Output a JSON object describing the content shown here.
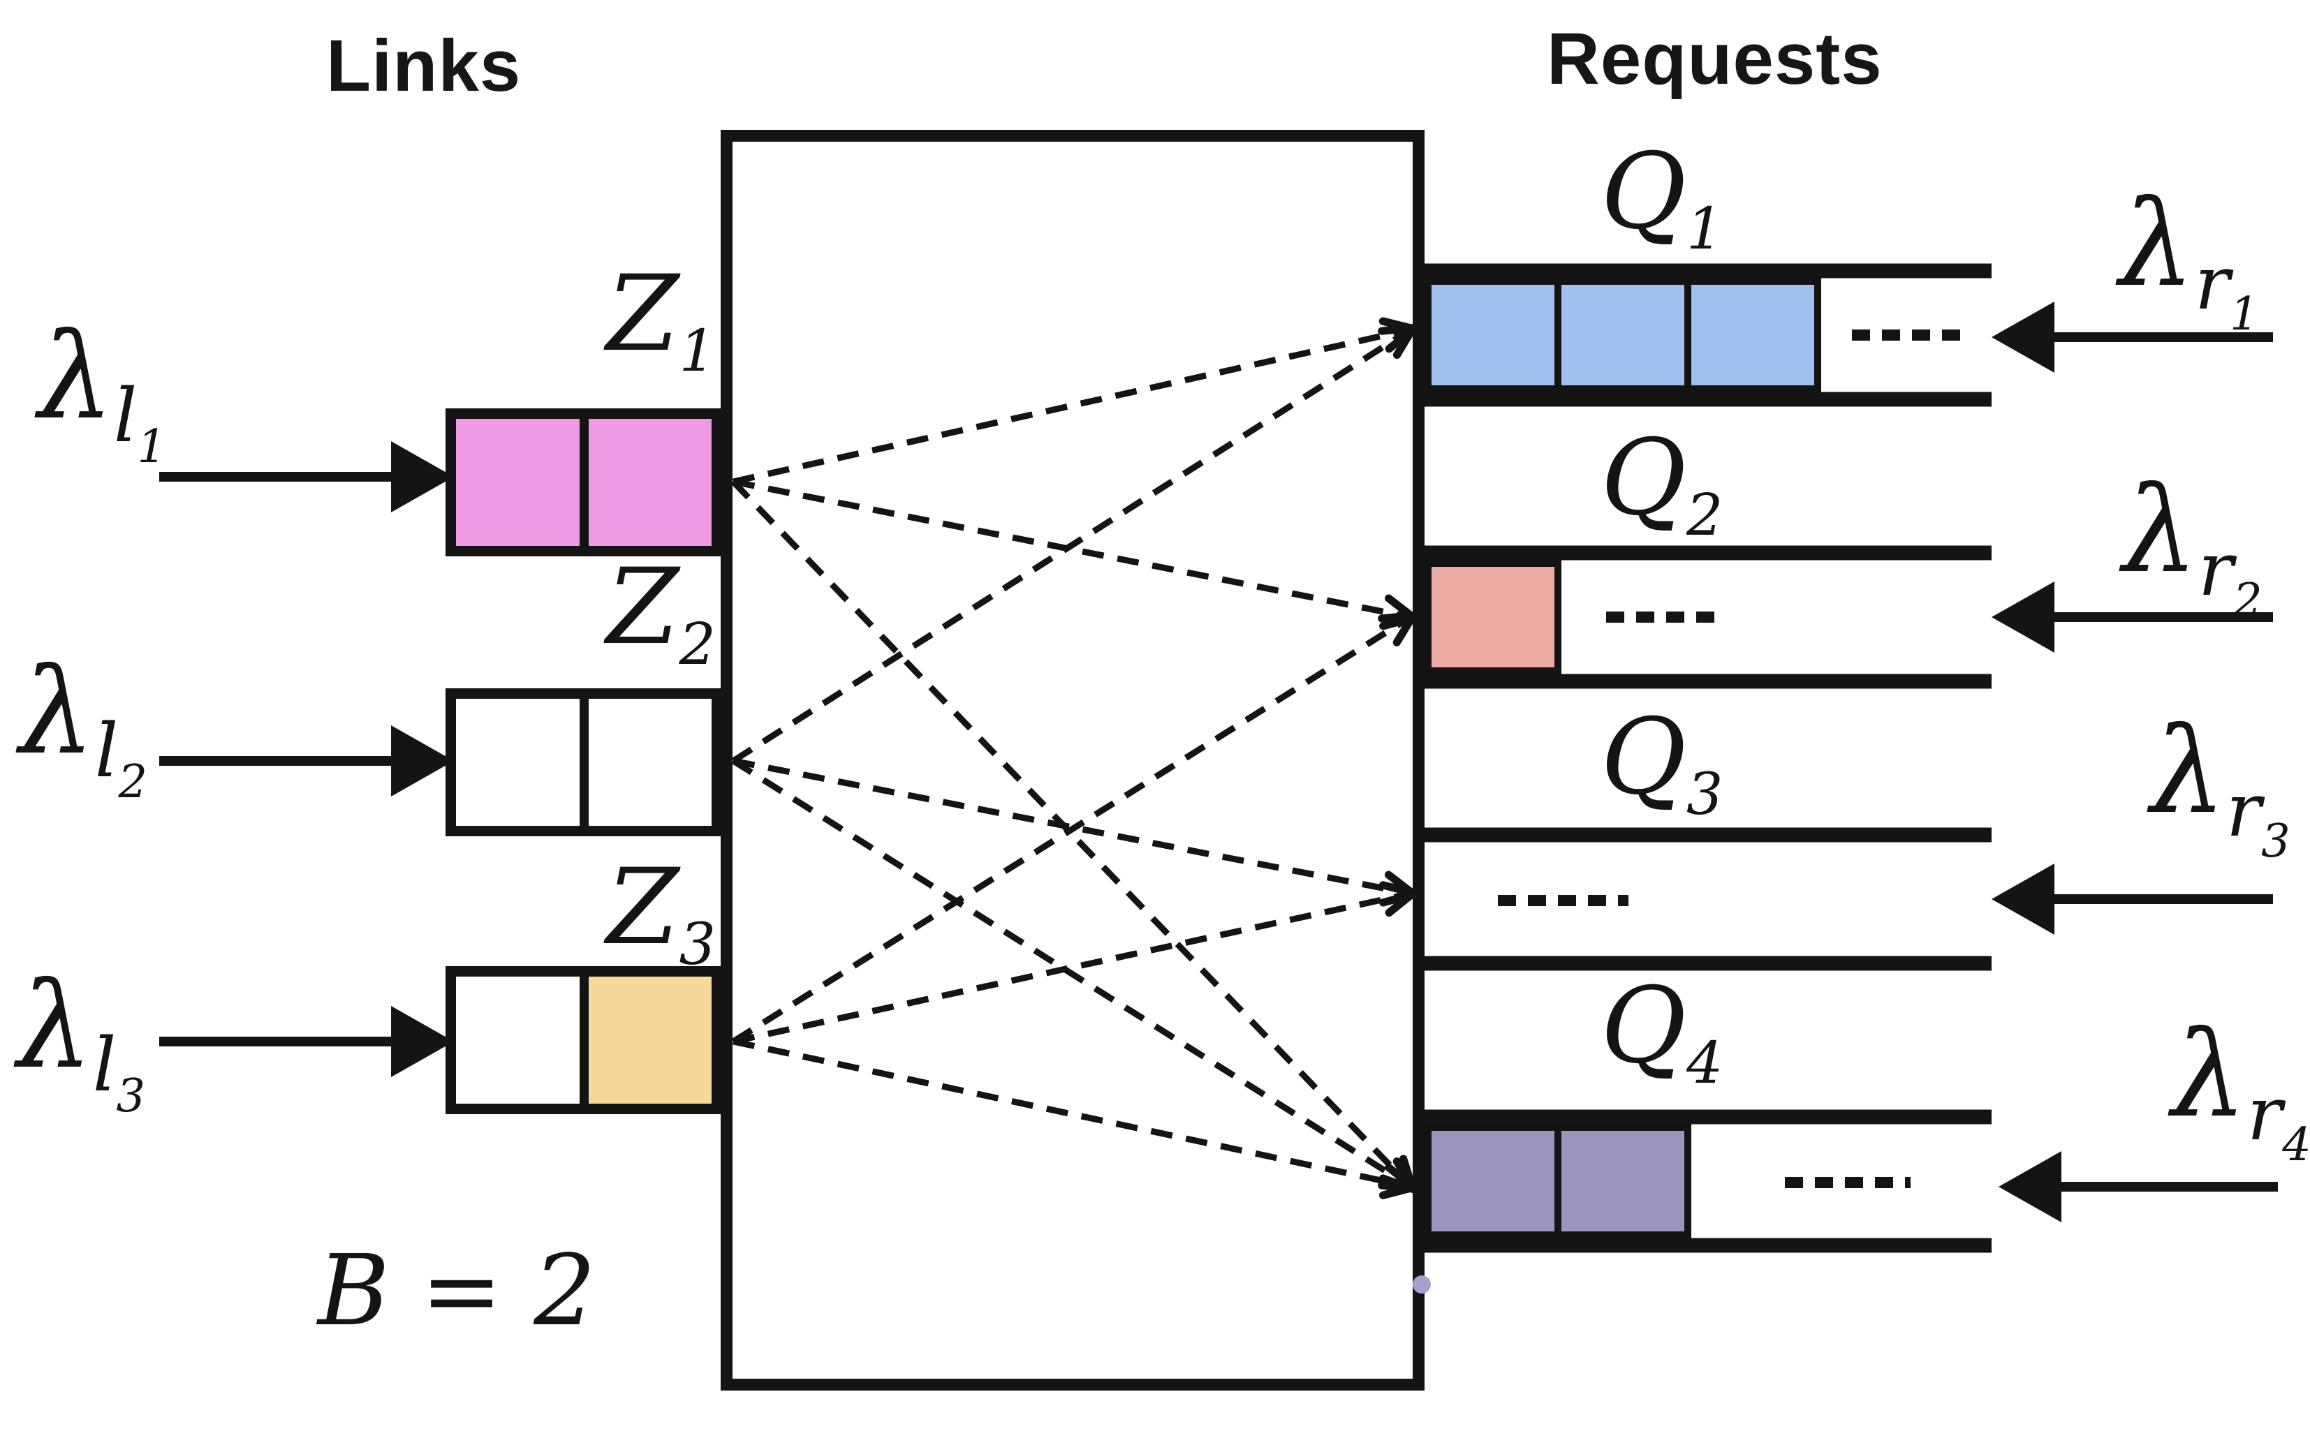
{
  "titles": {
    "left": "Links",
    "right": "Requests"
  },
  "buffer_size_label": "B = 2",
  "colors": {
    "line": "#141414",
    "magenta": "#ee9ae4",
    "blue": "#9fc1f2",
    "salmon": "#edaca3",
    "purple": "#9b94c1",
    "tan": "#f6d89d",
    "empty": "#ffffff",
    "stray_mark": "#a8a0cd"
  },
  "links": [
    {
      "id": "Z1",
      "arrival": {
        "base": "λ",
        "sub": "l",
        "index": "1"
      },
      "buffer_label": {
        "base": "Z",
        "index": "1"
      },
      "capacity": 2,
      "occupancy": 2,
      "cells": [
        "magenta",
        "magenta"
      ]
    },
    {
      "id": "Z2",
      "arrival": {
        "base": "λ",
        "sub": "l",
        "index": "2"
      },
      "buffer_label": {
        "base": "Z",
        "index": "2"
      },
      "capacity": 2,
      "occupancy": 0,
      "cells": [
        "empty",
        "empty"
      ]
    },
    {
      "id": "Z3",
      "arrival": {
        "base": "λ",
        "sub": "l",
        "index": "3"
      },
      "buffer_label": {
        "base": "Z",
        "index": "3"
      },
      "capacity": 2,
      "occupancy": 1,
      "cells": [
        "empty",
        "tan"
      ]
    }
  ],
  "requests": [
    {
      "id": "Q1",
      "queue_label": {
        "base": "Q",
        "index": "1"
      },
      "arrival": {
        "base": "λ",
        "sub": "r",
        "index": "1"
      },
      "occupancy": 3,
      "cells": [
        "blue",
        "blue",
        "blue"
      ]
    },
    {
      "id": "Q2",
      "queue_label": {
        "base": "Q",
        "index": "2"
      },
      "arrival": {
        "base": "λ",
        "sub": "r",
        "index": "2"
      },
      "occupancy": 1,
      "cells": [
        "salmon"
      ]
    },
    {
      "id": "Q3",
      "queue_label": {
        "base": "Q",
        "index": "3"
      },
      "arrival": {
        "base": "λ",
        "sub": "r",
        "index": "3"
      },
      "occupancy": 0,
      "cells": []
    },
    {
      "id": "Q4",
      "queue_label": {
        "base": "Q",
        "index": "4"
      },
      "arrival": {
        "base": "λ",
        "sub": "r",
        "index": "4"
      },
      "occupancy": 2,
      "cells": [
        "purple",
        "purple"
      ]
    }
  ],
  "matching": {
    "connections": [
      [
        "Z1",
        "Q1"
      ],
      [
        "Z1",
        "Q2"
      ],
      [
        "Z1",
        "Q4"
      ],
      [
        "Z2",
        "Q1"
      ],
      [
        "Z2",
        "Q3"
      ],
      [
        "Z2",
        "Q4"
      ],
      [
        "Z3",
        "Q2"
      ],
      [
        "Z3",
        "Q3"
      ],
      [
        "Z3",
        "Q4"
      ]
    ]
  }
}
